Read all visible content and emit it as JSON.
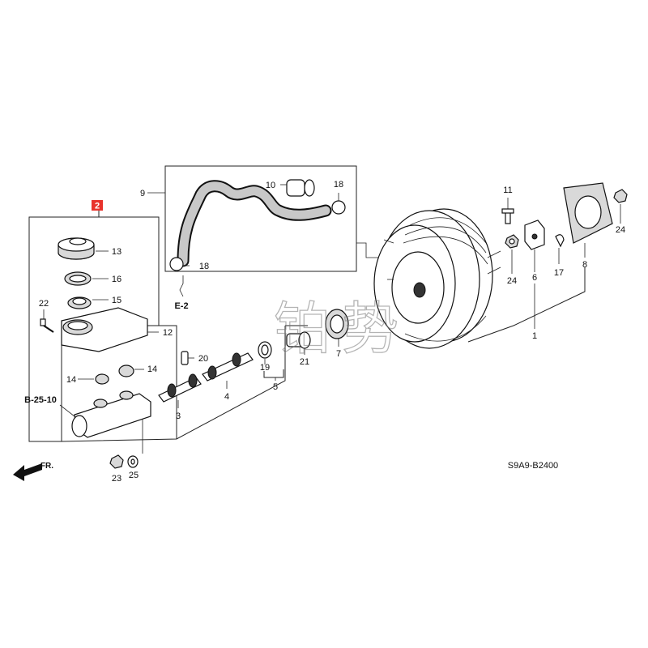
{
  "diagram": {
    "code": "S9A9-B2400",
    "highlighted_part": "2",
    "refs": {
      "e2": "E-2",
      "b2510": "B-25-10",
      "fr": "FR."
    },
    "watermark": [
      "铂",
      "势"
    ],
    "part_numbers": {
      "p1": "1",
      "p2": "2",
      "p3": "3",
      "p4": "4",
      "p5": "5",
      "p6": "6",
      "p7": "7",
      "p8": "8",
      "p9": "9",
      "p10": "10",
      "p11": "11",
      "p12": "12",
      "p13": "13",
      "p14a": "14",
      "p14b": "14",
      "p15": "15",
      "p16": "16",
      "p17": "17",
      "p18a": "18",
      "p18b": "18",
      "p19": "19",
      "p20": "20",
      "p21": "21",
      "p22": "22",
      "p23": "23",
      "p24a": "24",
      "p24b": "24",
      "p25": "25"
    }
  },
  "colors": {
    "highlight": "#e8332c",
    "line": "#222222"
  }
}
